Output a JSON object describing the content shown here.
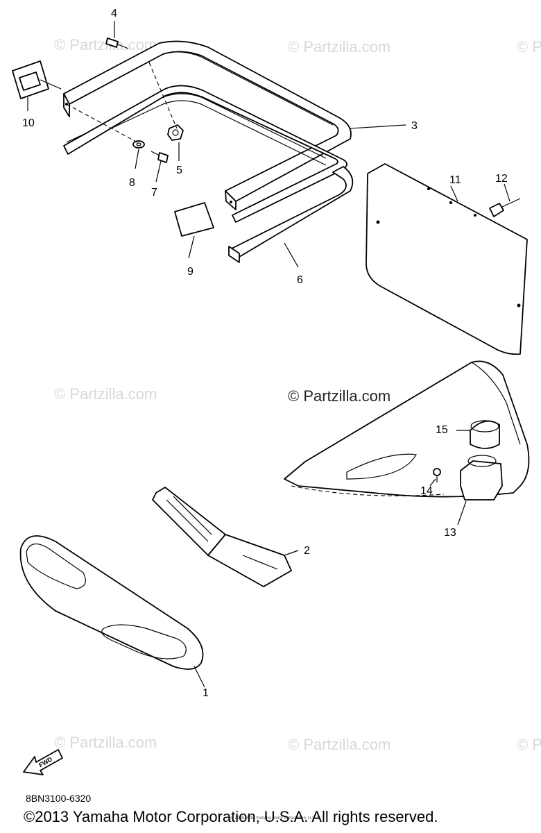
{
  "diagram": {
    "part_numbers": [
      "1",
      "2",
      "3",
      "4",
      "5",
      "6",
      "7",
      "8",
      "9",
      "10",
      "11",
      "12",
      "13",
      "14",
      "15"
    ],
    "watermarks": [
      "© Partzilla.com",
      "© Partzilla.com",
      "© Partzilla.com",
      "© Partzilla.com",
      "© Partzilla.com",
      "© Partzilla.com",
      "© Partzilla.com"
    ],
    "watermark_main": "© Partzilla.com",
    "fwd_label": "FWD",
    "fine_print": "(c) 2005-2016 Yamaha Motor Corporation, U.S.A.",
    "drawing_code": "8BN3100-6320",
    "copyright": "©2013 Yamaha Motor Corporation, U.S.A. All rights reserved."
  }
}
